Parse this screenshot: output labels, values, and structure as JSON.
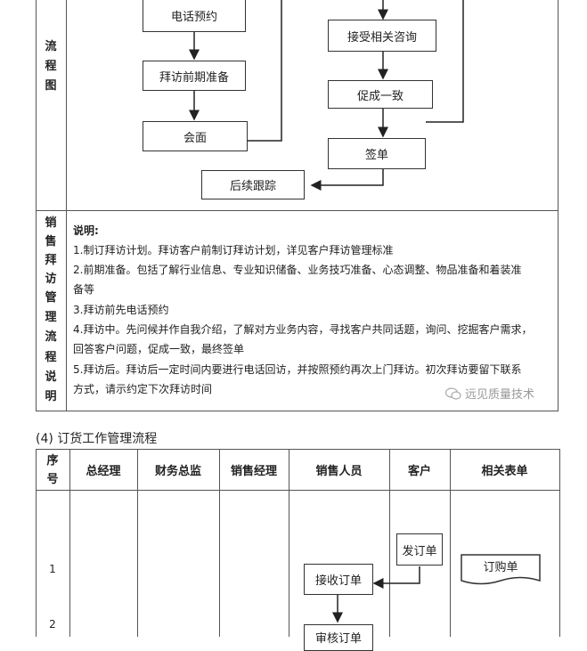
{
  "flow_section": {
    "side_label": [
      "流",
      "程",
      "图"
    ],
    "boxes": {
      "phone": "电话预约",
      "prep": "拜访前期准备",
      "meet": "会面",
      "consult": "接受相关咨询",
      "agree": "促成一致",
      "sign": "签单",
      "follow": "后续跟踪"
    }
  },
  "notes_section": {
    "side_label": [
      "销",
      "售",
      "拜",
      "访",
      "管",
      "理",
      "流",
      "程",
      "说",
      "明"
    ],
    "heading": "说明:",
    "lines": [
      "1.制订拜访计划。拜访客户前制订拜访计划，详见客户拜访管理标准",
      "2.前期准备。包括了解行业信息、专业知识储备、业务技巧准备、心态调整、物品准备和着装准",
      "备等",
      "3.拜访前先电话预约",
      "4.拜访中。先问候并作自我介绍，了解对方业务内容，寻找客户共同话题，询问、挖掘客户需求，",
      "回答客户问题，促成一致，最终签单",
      "5.拜访后。拜访后一定时间内要进行电话回访，并按照预约再次上门拜访。初次拜访要留下联系",
      "方式，请示约定下次拜访时间"
    ],
    "watermark": "远见质量技术"
  },
  "section4": {
    "title": "(4) 订货工作管理流程",
    "headers": {
      "seq": [
        "序",
        "号"
      ],
      "gm": "总经理",
      "fin": "财务总监",
      "sm": "销售经理",
      "staff": "销售人员",
      "cust": "客户",
      "forms": "相关表单"
    },
    "rows": [
      "1",
      "2"
    ],
    "boxes": {
      "place_order": "发订单",
      "receive_order": "接收订单",
      "form": "订购单",
      "review": "审核订单"
    }
  }
}
